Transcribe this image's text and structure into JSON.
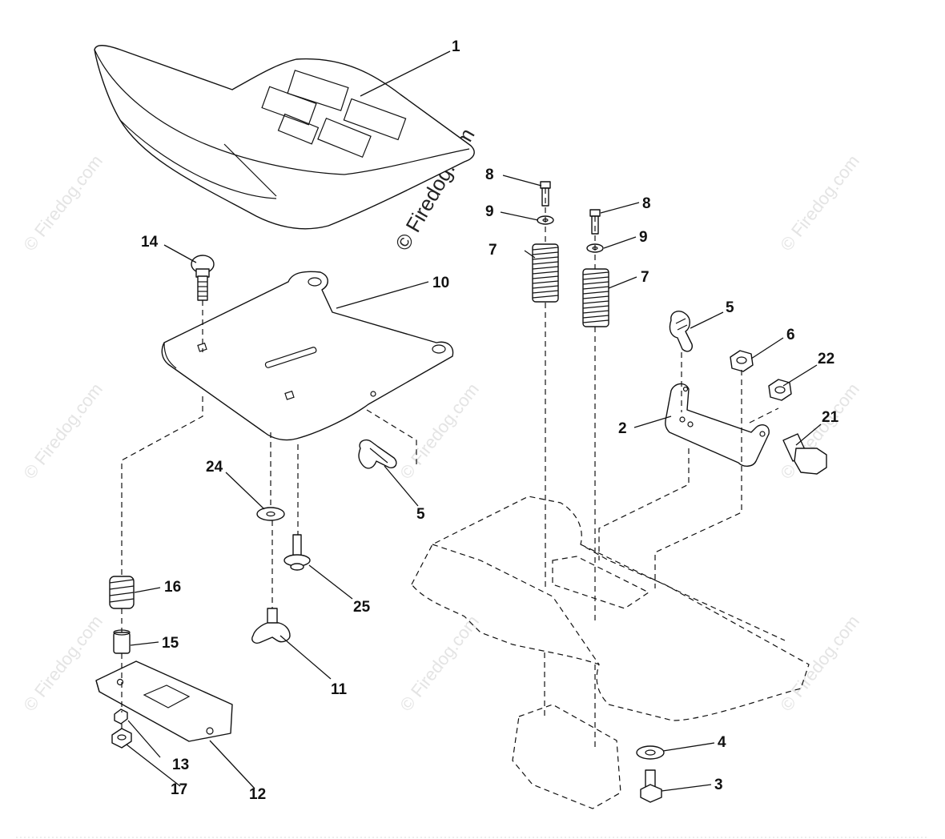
{
  "watermark": {
    "main_text": "© Firedog.com",
    "tile_text": "© Firedog.com"
  },
  "callouts": [
    {
      "id": "c1",
      "label": "1"
    },
    {
      "id": "c2",
      "label": "2"
    },
    {
      "id": "c3",
      "label": "3"
    },
    {
      "id": "c4",
      "label": "4"
    },
    {
      "id": "c5a",
      "label": "5"
    },
    {
      "id": "c5b",
      "label": "5"
    },
    {
      "id": "c6",
      "label": "6"
    },
    {
      "id": "c7a",
      "label": "7"
    },
    {
      "id": "c7b",
      "label": "7"
    },
    {
      "id": "c8a",
      "label": "8"
    },
    {
      "id": "c8b",
      "label": "8"
    },
    {
      "id": "c9a",
      "label": "9"
    },
    {
      "id": "c9b",
      "label": "9"
    },
    {
      "id": "c10",
      "label": "10"
    },
    {
      "id": "c11",
      "label": "11"
    },
    {
      "id": "c12",
      "label": "12"
    },
    {
      "id": "c13",
      "label": "13"
    },
    {
      "id": "c14",
      "label": "14"
    },
    {
      "id": "c15",
      "label": "15"
    },
    {
      "id": "c16",
      "label": "16"
    },
    {
      "id": "c17",
      "label": "17"
    },
    {
      "id": "c21",
      "label": "21"
    },
    {
      "id": "c22",
      "label": "22"
    },
    {
      "id": "c24",
      "label": "24"
    },
    {
      "id": "c25",
      "label": "25"
    }
  ],
  "colors": {
    "line": "#111111",
    "watermark": "#e4e4e4",
    "background": "#ffffff"
  }
}
